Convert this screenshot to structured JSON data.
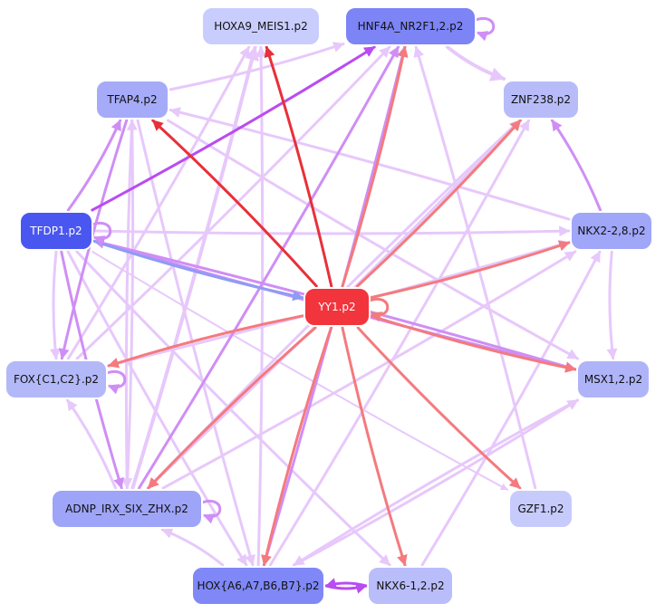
{
  "nodes": [
    {
      "id": "hoxa9",
      "label": "HOXA9_MEIS1.p2",
      "fill": "#c9cdfd",
      "text_color": "#111111"
    },
    {
      "id": "hnf4a",
      "label": "HNF4A_NR2F1,2.p2",
      "fill": "#7c84f6",
      "text_color": "#111111"
    },
    {
      "id": "tfap4",
      "label": "TFAP4.p2",
      "fill": "#a5abf8",
      "text_color": "#111111"
    },
    {
      "id": "znf238",
      "label": "ZNF238.p2",
      "fill": "#b7bcf9",
      "text_color": "#111111"
    },
    {
      "id": "tfdp1",
      "label": "TFDP1.p2",
      "fill": "#4a56f0",
      "text_color": "#ffffff"
    },
    {
      "id": "nkx2",
      "label": "NKX2-2,8.p2",
      "fill": "#a0a6f8",
      "text_color": "#111111"
    },
    {
      "id": "yy1",
      "label": "YY1.p2",
      "fill": "#f2343c",
      "text_color": "#ffffff"
    },
    {
      "id": "fox",
      "label": "FOX{C1,C2}.p2",
      "fill": "#b3b8f9",
      "text_color": "#111111"
    },
    {
      "id": "msx1",
      "label": "MSX1,2.p2",
      "fill": "#afb4f9",
      "text_color": "#111111"
    },
    {
      "id": "adnp",
      "label": "ADNP_IRX_SIX_ZHX.p2",
      "fill": "#9ea4f8",
      "text_color": "#111111"
    },
    {
      "id": "gzf1",
      "label": "GZF1.p2",
      "fill": "#c7cbfc",
      "text_color": "#111111"
    },
    {
      "id": "hox",
      "label": "HOX{A6,A7,B6,B7}.p2",
      "fill": "#7f88f6",
      "text_color": "#111111"
    },
    {
      "id": "nkx6",
      "label": "NKX6-1,2.p2",
      "fill": "#b9bdfa",
      "text_color": "#111111"
    }
  ],
  "edge_colors": {
    "red_strong": "#e8303a",
    "red": "#f47a7e",
    "purple_strong": "#b94cf2",
    "purple": "#cf8ef5",
    "purple_light": "#e7c8fb",
    "blue": "#8d9cf5"
  },
  "edges": [
    {
      "from": "yy1",
      "to": "hoxa9",
      "color": "red_strong",
      "weight": 3
    },
    {
      "from": "yy1",
      "to": "tfap4",
      "color": "red_strong",
      "weight": 3
    },
    {
      "from": "yy1",
      "to": "hnf4a",
      "color": "red",
      "weight": 3
    },
    {
      "from": "yy1",
      "to": "znf238",
      "color": "red",
      "weight": 3
    },
    {
      "from": "yy1",
      "to": "nkx2",
      "color": "red",
      "weight": 3
    },
    {
      "from": "yy1",
      "to": "msx1",
      "color": "red",
      "weight": 3
    },
    {
      "from": "yy1",
      "to": "fox",
      "color": "red",
      "weight": 3
    },
    {
      "from": "yy1",
      "to": "adnp",
      "color": "red",
      "weight": 3
    },
    {
      "from": "yy1",
      "to": "hox",
      "color": "red",
      "weight": 3
    },
    {
      "from": "yy1",
      "to": "nkx6",
      "color": "red",
      "weight": 3
    },
    {
      "from": "yy1",
      "to": "gzf1",
      "color": "red",
      "weight": 3
    },
    {
      "from": "tfdp1",
      "to": "yy1",
      "color": "blue",
      "weight": 3
    },
    {
      "from": "tfdp1",
      "to": "hnf4a",
      "color": "purple_strong",
      "weight": 3
    },
    {
      "from": "tfdp1",
      "to": "tfap4",
      "color": "purple",
      "weight": 3
    },
    {
      "from": "tfdp1",
      "to": "nkx2",
      "color": "purple_light",
      "weight": 3
    },
    {
      "from": "tfdp1",
      "to": "msx1",
      "color": "purple",
      "weight": 3
    },
    {
      "from": "tfdp1",
      "to": "fox",
      "color": "purple_light",
      "weight": 3
    },
    {
      "from": "tfdp1",
      "to": "adnp",
      "color": "purple",
      "weight": 3
    },
    {
      "from": "tfdp1",
      "to": "hox",
      "color": "purple_light",
      "weight": 3
    },
    {
      "from": "tfdp1",
      "to": "nkx6",
      "color": "purple_light",
      "weight": 3
    },
    {
      "from": "tfdp1",
      "to": "gzf1",
      "color": "purple_light",
      "weight": 2
    },
    {
      "from": "tfap4",
      "to": "hnf4a",
      "color": "purple_light",
      "weight": 3
    },
    {
      "from": "tfap4",
      "to": "fox",
      "color": "purple",
      "weight": 3
    },
    {
      "from": "tfap4",
      "to": "adnp",
      "color": "purple_light",
      "weight": 3
    },
    {
      "from": "tfap4",
      "to": "msx1",
      "color": "purple_light",
      "weight": 3
    },
    {
      "from": "tfap4",
      "to": "hox",
      "color": "purple_light",
      "weight": 3
    },
    {
      "from": "hnf4a",
      "to": "znf238",
      "color": "purple_light",
      "weight": 4
    },
    {
      "from": "nkx2",
      "to": "znf238",
      "color": "purple",
      "weight": 3
    },
    {
      "from": "nkx2",
      "to": "msx1",
      "color": "purple_light",
      "weight": 3
    },
    {
      "from": "nkx2",
      "to": "tfap4",
      "color": "purple_light",
      "weight": 3
    },
    {
      "from": "msx1",
      "to": "tfdp1",
      "color": "purple",
      "weight": 3
    },
    {
      "from": "fox",
      "to": "hoxa9",
      "color": "purple_light",
      "weight": 3
    },
    {
      "from": "fox",
      "to": "hnf4a",
      "color": "purple_light",
      "weight": 3
    },
    {
      "from": "fox",
      "to": "nkx2",
      "color": "purple_light",
      "weight": 3
    },
    {
      "from": "adnp",
      "to": "hoxa9",
      "color": "purple_light",
      "weight": 4
    },
    {
      "from": "adnp",
      "to": "hnf4a",
      "color": "purple",
      "weight": 3
    },
    {
      "from": "adnp",
      "to": "nkx2",
      "color": "purple_light",
      "weight": 3
    },
    {
      "from": "adnp",
      "to": "znf238",
      "color": "purple_light",
      "weight": 3
    },
    {
      "from": "adnp",
      "to": "fox",
      "color": "purple_light",
      "weight": 3
    },
    {
      "from": "adnp",
      "to": "tfap4",
      "color": "purple_light",
      "weight": 3
    },
    {
      "from": "hox",
      "to": "hnf4a",
      "color": "purple",
      "weight": 3
    },
    {
      "from": "hox",
      "to": "hoxa9",
      "color": "purple_light",
      "weight": 3
    },
    {
      "from": "hox",
      "to": "adnp",
      "color": "purple_light",
      "weight": 3
    },
    {
      "from": "hox",
      "to": "msx1",
      "color": "purple_light",
      "weight": 3
    },
    {
      "from": "hox",
      "to": "nkx6",
      "color": "purple_strong",
      "weight": 3
    },
    {
      "from": "nkx6",
      "to": "hox",
      "color": "purple_strong",
      "weight": 3
    },
    {
      "from": "hox",
      "to": "znf238",
      "color": "purple_light",
      "weight": 3
    },
    {
      "from": "gzf1",
      "to": "hnf4a",
      "color": "purple_light",
      "weight": 3
    },
    {
      "from": "nkx6",
      "to": "nkx2",
      "color": "purple_light",
      "weight": 3
    },
    {
      "from": "znf238",
      "to": "adnp",
      "color": "purple_light",
      "weight": 3
    },
    {
      "from": "msx1",
      "to": "hox",
      "color": "purple_light",
      "weight": 3
    }
  ],
  "self_loops": [
    {
      "node": "hnf4a",
      "color": "purple",
      "weight": 3
    },
    {
      "node": "tfdp1",
      "color": "purple",
      "weight": 3
    },
    {
      "node": "yy1",
      "color": "red",
      "weight": 3
    },
    {
      "node": "fox",
      "color": "purple",
      "weight": 3
    },
    {
      "node": "adnp",
      "color": "purple",
      "weight": 3
    }
  ]
}
